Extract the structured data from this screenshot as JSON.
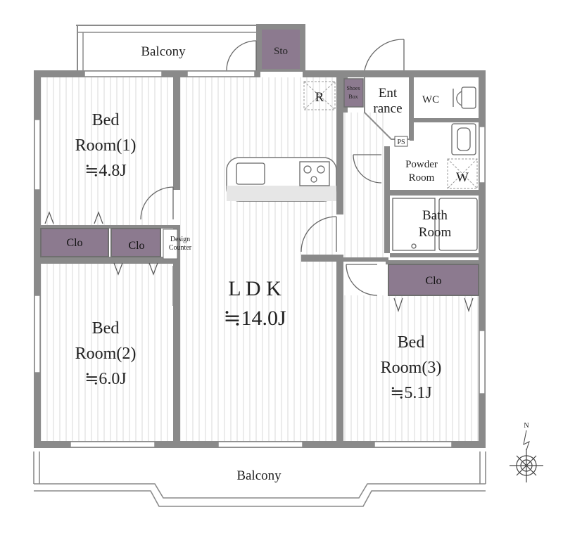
{
  "rooms": {
    "balcony_top": "Balcony",
    "storage": "Sto",
    "bed1": {
      "line1": "Bed",
      "line2": "Room(1)",
      "area": "≒4.8J"
    },
    "bed2": {
      "line1": "Bed",
      "line2": "Room(2)",
      "area": "≒6.0J"
    },
    "bed3": {
      "line1": "Bed",
      "line2": "Room(3)",
      "area": "≒5.1J"
    },
    "ldk": {
      "name": "L D K",
      "area": "≒14.0J"
    },
    "entrance": {
      "line1": "Ent",
      "line2": "rance"
    },
    "wc": "WC",
    "powder": {
      "line1": "Powder",
      "line2": "Room"
    },
    "washer": "W",
    "bath": {
      "line1": "Bath",
      "line2": "Room"
    },
    "closet": "Clo",
    "design_counter": {
      "line1": "Design",
      "line2": "Counter"
    },
    "shoes_box": {
      "line1": "Shoes",
      "line2": "Box"
    },
    "ps": "PS",
    "fridge": "R",
    "balcony_bottom": "Balcony"
  },
  "compass": {
    "north": "N"
  },
  "colors": {
    "wall": "#8a8a8a",
    "closet": "#8c7a8f",
    "floor_line": "#d6d6d6"
  }
}
